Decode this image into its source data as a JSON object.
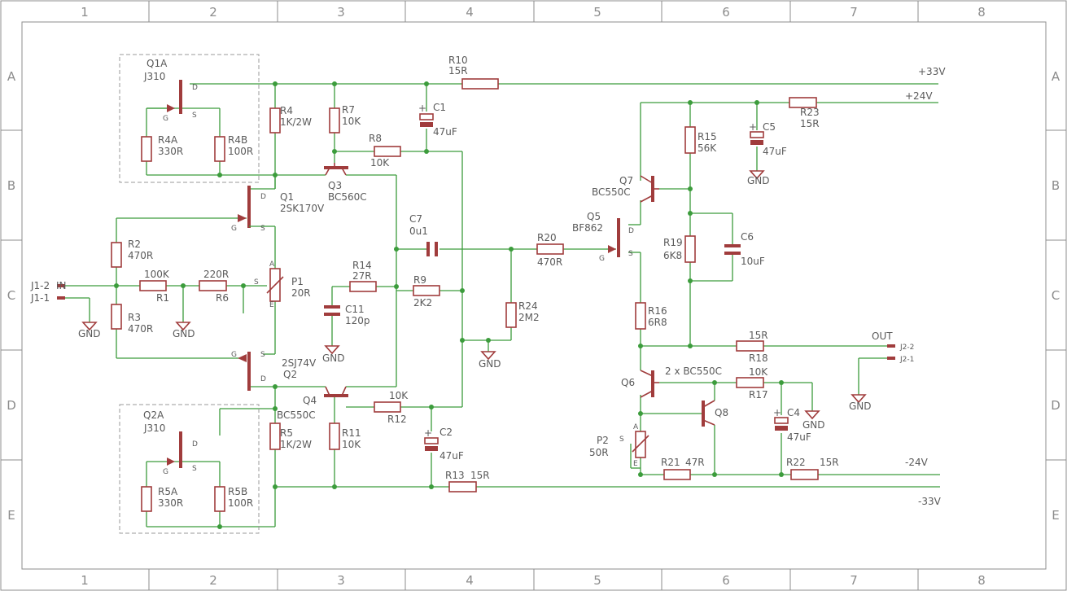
{
  "frame": {
    "columns": [
      "1",
      "2",
      "3",
      "4",
      "5",
      "6",
      "7",
      "8"
    ],
    "rows": [
      "A",
      "B",
      "C",
      "D",
      "E"
    ]
  },
  "labels": {
    "q1a": "Q1A",
    "q1a_val": "J310",
    "q2a": "Q2A",
    "q2a_val": "J310",
    "r4a": "R4A",
    "r4a_val": "330R",
    "r4b": "R4B",
    "r4b_val": "100R",
    "r5a": "R5A",
    "r5a_val": "330R",
    "r5b": "R5B",
    "r5b_val": "100R",
    "r4": "R4",
    "r4_val": "1K/2W",
    "r5": "R5",
    "r5_val": "1K/2W",
    "r7": "R7",
    "r7_val": "10K",
    "r8": "R8",
    "r8_val": "10K",
    "r10": "R10",
    "r10_val": "15R",
    "c1": "C1",
    "c1_val": "47uF",
    "q3": "Q3",
    "q3_val": "BC560C",
    "q1": "Q1",
    "q1_val": "2SK170V",
    "q2": "Q2",
    "q2_val": "2SJ74V",
    "q4": "Q4",
    "q4_val": "BC550C",
    "r2": "R2",
    "r2_val": "470R",
    "r3": "R3",
    "r3_val": "470R",
    "r1": "R1",
    "r1_val": "100K",
    "r6": "R6",
    "r6_val": "220R",
    "p1": "P1",
    "p1_val": "20R",
    "j1_2": "J1-2",
    "j1_1": "J1-1",
    "in": "IN",
    "r14": "R14",
    "r14_val": "27R",
    "c11": "C11",
    "c11_val": "120p",
    "r9": "R9",
    "r9_val": "2K2",
    "c7": "C7",
    "c7_val": "0u1",
    "r24": "R24",
    "r24_val": "2M2",
    "r11": "R11",
    "r11_val": "10K",
    "r12": "R12",
    "r12_val": "10K",
    "c2": "C2",
    "c2_val": "47uF",
    "r13": "R13",
    "r13_val": "15R",
    "r20": "R20",
    "r20_val": "470R",
    "q5": "Q5",
    "q5_val": "BF862",
    "q7": "Q7",
    "q7_val": "BC550C",
    "r15": "R15",
    "r15_val": "56K",
    "r19": "R19",
    "r19_val": "6K8",
    "c6": "C6",
    "c6_val": "10uF",
    "c5": "C5",
    "c5_val": "47uF",
    "r23": "R23",
    "r23_val": "15R",
    "r16": "R16",
    "r16_val": "6R8",
    "r18": "R18",
    "r18_val": "15R",
    "out": "OUT",
    "j2_2": "J2-2",
    "j2_1": "J2-1",
    "q6": "Q6",
    "q8": "Q8",
    "q68_val": "2 x BC550C",
    "r17": "R17",
    "r17_val": "10K",
    "c4": "C4",
    "c4_val": "47uF",
    "p2": "P2",
    "p2_val": "50R",
    "r21": "R21",
    "r21_val": "47R",
    "r22": "R22",
    "r22_val": "15R",
    "rail_p33": "+33V",
    "rail_p24": "+24V",
    "rail_n24": "-24V",
    "rail_n33": "-33V",
    "gnd": "GND",
    "pin_d": "D",
    "pin_s": "S",
    "pin_g": "G",
    "pin_a": "A",
    "pin_e": "E",
    "plus": "+"
  }
}
